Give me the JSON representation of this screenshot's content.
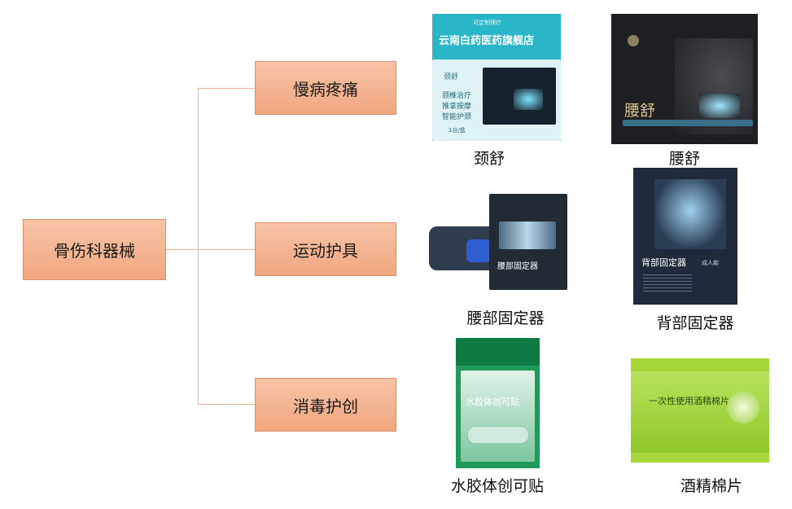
{
  "root": "骨伤科器械",
  "categories": [
    {
      "label": "慢病疼痛",
      "products": [
        {
          "name": "颈舒",
          "pkg_store": "云南白药医药旗舰店",
          "pkg_top": "可定制理疗",
          "pkg_title": "颈舒",
          "pkg_lines": [
            "颈椎治疗",
            "推拿按摩",
            "智能护颈"
          ],
          "pkg_count": "1台/盒"
        },
        {
          "name": "腰舒",
          "pkg_title": "腰舒"
        }
      ]
    },
    {
      "label": "运动护具",
      "products": [
        {
          "name": "腰部固定器",
          "pkg_title": "腰部固定器"
        },
        {
          "name": "背部固定器",
          "pkg_title": "背部固定器",
          "pkg_sub": "成人款"
        }
      ]
    },
    {
      "label": "消毒护创",
      "products": [
        {
          "name": "水胶体创可贴",
          "pkg_title": "水胶体创可贴"
        },
        {
          "name": "酒精棉片",
          "pkg_title": "一次性使用酒精棉片"
        }
      ]
    }
  ],
  "brand": "云南白药",
  "colors": {
    "node_fill": "#f4b494",
    "node_border": "#d9916d",
    "connector": "#efb291",
    "teal": "#2bb5c9",
    "dark": "#1d1f22",
    "navy": "#1f2a3a",
    "green": "#1f9a5a",
    "lime": "#a6d63a"
  }
}
